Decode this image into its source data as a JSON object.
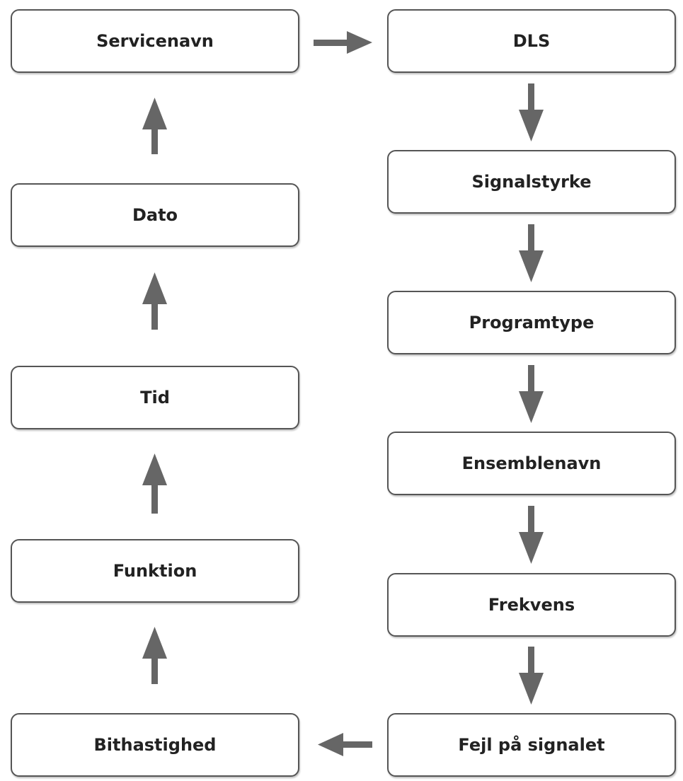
{
  "diagram": {
    "left_column": [
      {
        "id": "servicenavn",
        "label": "Servicenavn"
      },
      {
        "id": "dato",
        "label": "Dato"
      },
      {
        "id": "tid",
        "label": "Tid"
      },
      {
        "id": "funktion",
        "label": "Funktion"
      },
      {
        "id": "bithastighed",
        "label": "Bithastighed"
      }
    ],
    "right_column": [
      {
        "id": "dls",
        "label": "DLS"
      },
      {
        "id": "signalstyrke",
        "label": "Signalstyrke"
      },
      {
        "id": "programtype",
        "label": "Programtype"
      },
      {
        "id": "ensemblenavn",
        "label": "Ensemblenavn"
      },
      {
        "id": "frekvens",
        "label": "Frekvens"
      },
      {
        "id": "fejl",
        "label": "Fejl på signalet"
      }
    ],
    "arrow_color": "#666666",
    "border_color": "#555555"
  }
}
